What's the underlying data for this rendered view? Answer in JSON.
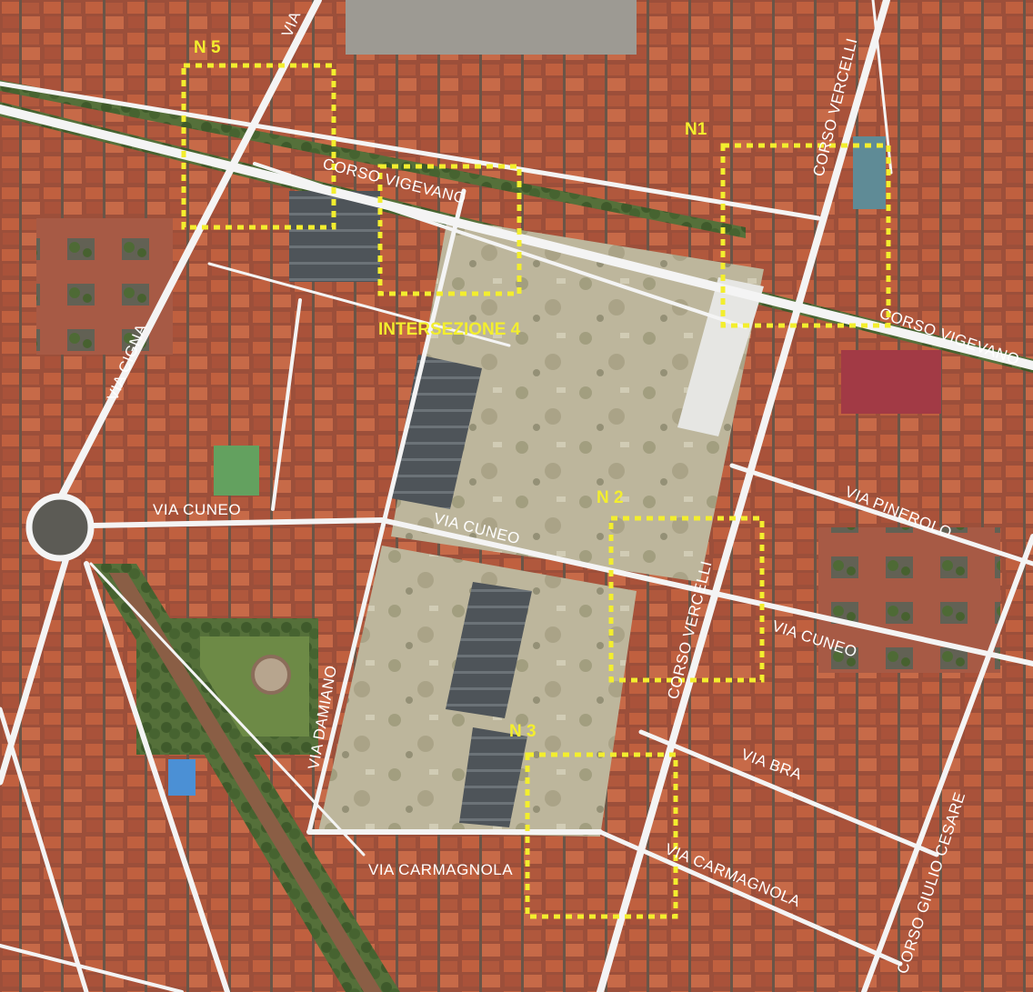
{
  "colors": {
    "zone_outline": "#f3ee2e",
    "street_label": "#ffffff",
    "road": "#f4f4f4",
    "roof_terracotta": "#b5563e",
    "vegetation": "#4d6b35",
    "vacant_lot": "#b9b29a"
  },
  "zones": [
    {
      "id": "n5",
      "label": "N 5"
    },
    {
      "id": "n1",
      "label": "N1"
    },
    {
      "id": "intersezione4",
      "label": "INTERSEZIONE 4"
    },
    {
      "id": "n2",
      "label": "N 2"
    },
    {
      "id": "n3",
      "label": "N 3"
    }
  ],
  "streets": {
    "via_top": "VIA",
    "corso_vercelli_north": "CORSO VERCELLI",
    "corso_vigevano_west": "CORSO VIGEVANO",
    "corso_vigevano_east": "CORSO VIGEVANO",
    "via_cigna": "VIA CIGNA",
    "via_cuneo_west": "VIA CUNEO",
    "via_cuneo_center": "VIA CUNEO",
    "via_cuneo_east": "VIA CUNEO",
    "via_pinerolo": "VIA PINEROLO",
    "corso_vercelli_south": "CORSO VERCELLI",
    "via_damiano": "VIA DAMIANO",
    "via_bra": "VIA BRA",
    "via_carmagnola_west": "VIA CARMAGNOLA",
    "via_carmagnola_east": "VIA CARMAGNOLA",
    "corso_giulio_cesare": "CORSO GIULIO CESARE"
  }
}
